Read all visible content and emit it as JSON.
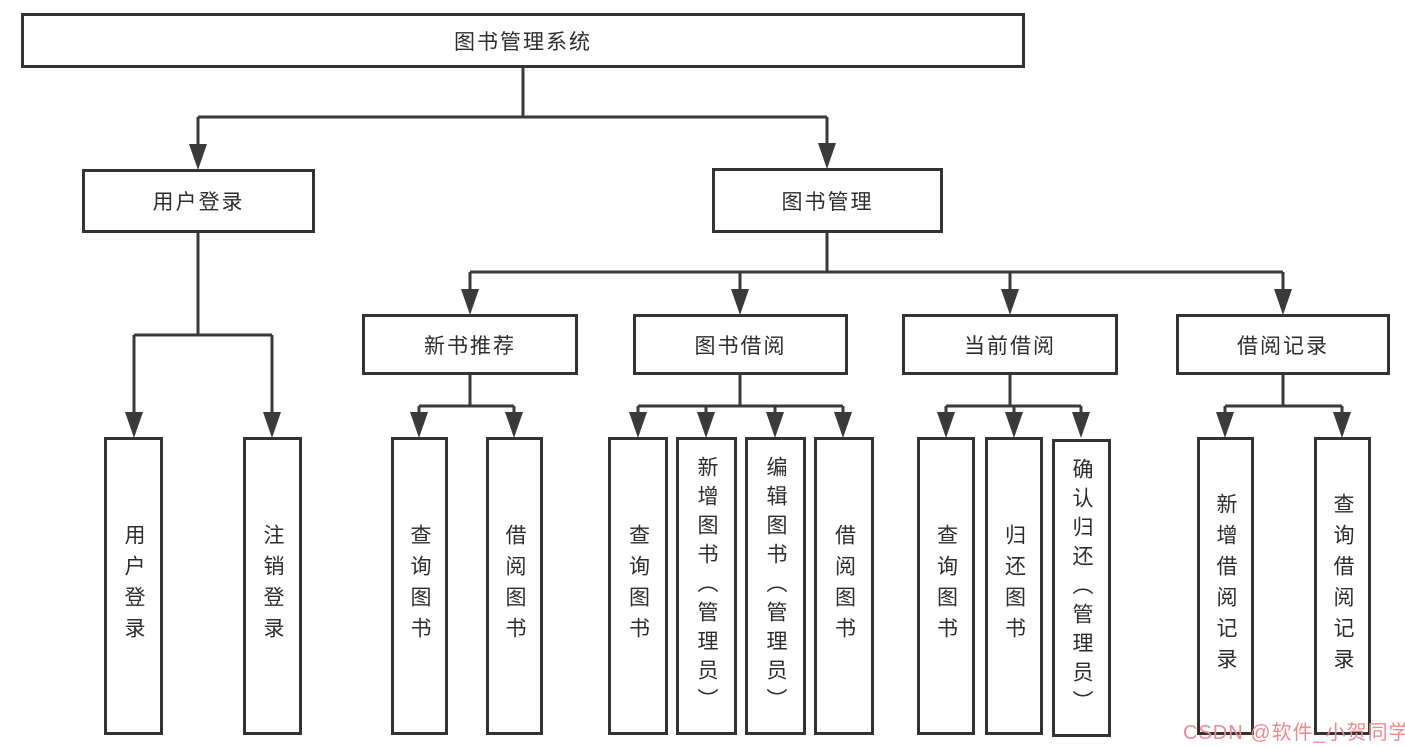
{
  "nodes": {
    "root": "图书管理系统",
    "user_login": "用户登录",
    "book_mgmt": "图书管理",
    "new_book_rec": "新书推荐",
    "book_borrow": "图书借阅",
    "current_borrow": "当前借阅",
    "borrow_record": "借阅记录",
    "ul_login": "用户登录",
    "ul_logout": "注销登录",
    "nb_query": "查询图书",
    "nb_borrow": "借阅图书",
    "bb_query": "查询图书",
    "bb_add": "新增图书（管理员）",
    "bb_edit": "编辑图书（管理员）",
    "bb_borrow": "借阅图书",
    "cb_query": "查询图书",
    "cb_return": "归还图书",
    "cb_confirm": "确认归还（管理员）",
    "br_add": "新增借阅记录",
    "br_query": "查询借阅记录"
  },
  "watermark": {
    "text": "CSDN @软件_小贺同学",
    "color": "#ef8a90"
  },
  "colors": {
    "line": "#3a3a3a",
    "box_border": "#333333",
    "text": "#2d2d2d",
    "background": "#ffffff"
  }
}
